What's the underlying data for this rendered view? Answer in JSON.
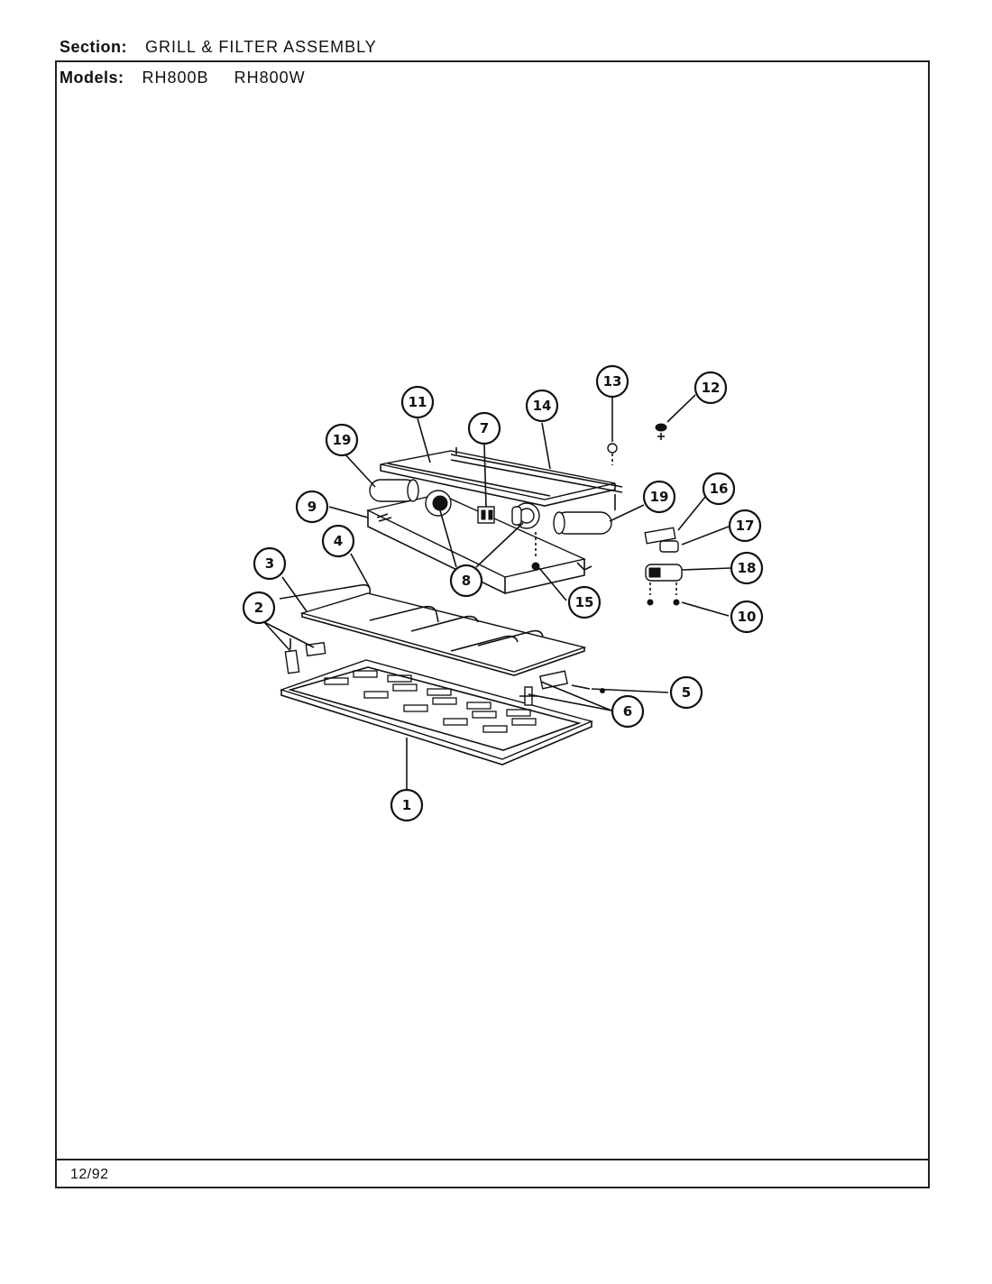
{
  "header": {
    "section_label": "Section:",
    "section_value": "GRILL & FILTER ASSEMBLY",
    "models_label": "Models:",
    "models": [
      "RH800B",
      "RH800W"
    ]
  },
  "footer": {
    "date_code": "12/92"
  },
  "callouts": [
    "1",
    "2",
    "3",
    "4",
    "5",
    "6",
    "7",
    "8",
    "9",
    "10",
    "11",
    "12",
    "13",
    "14",
    "15",
    "16",
    "17",
    "18",
    "19",
    "19"
  ]
}
